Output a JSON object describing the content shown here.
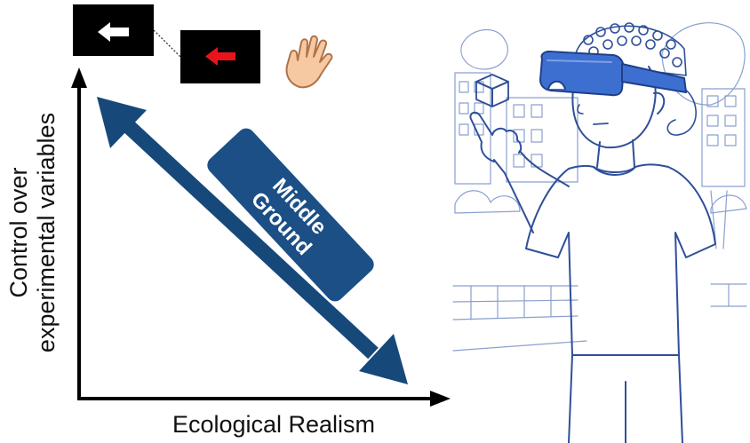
{
  "diagram": {
    "y_axis_label_line1": "Control over",
    "y_axis_label_line2": "experimental variables",
    "x_axis_label": "Ecological Realism",
    "middle_label_line1": "Middle",
    "middle_label_line2": "Ground"
  },
  "icons": {
    "stimulus_left": "arrow-left-icon",
    "stimulus_right": "arrow-left-red-icon",
    "hand": "hand-icon",
    "vr_person": "vr-headset-person-illustration"
  },
  "colors": {
    "arrow_blue": "#17487a",
    "box_blue": "#1b4f86",
    "stimulus_bg": "#000000",
    "stimulus_red": "#e8141c",
    "illustration_line": "#2f4f9a",
    "headset_blue": "#3d6fd1"
  }
}
